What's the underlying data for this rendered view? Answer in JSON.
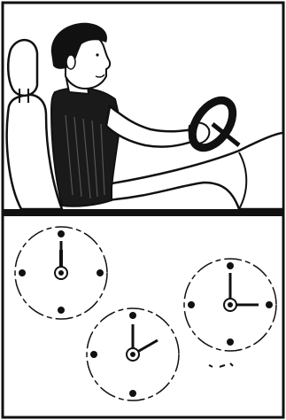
{
  "figure": {
    "panels": [
      {
        "id": "driver-scene",
        "content": "driver-at-steering-wheel"
      },
      {
        "id": "clocks",
        "content": "three-clock-faces"
      }
    ],
    "clocks": [
      {
        "name": "clock-left",
        "hour_hand_angle_deg": 0,
        "minute_hand_angle_deg": 0
      },
      {
        "name": "clock-middle",
        "hour_hand_angle_deg": 0,
        "minute_hand_angle_deg": 60
      },
      {
        "name": "clock-right",
        "hour_hand_angle_deg": 0,
        "minute_hand_angle_deg": 90
      }
    ],
    "colors": {
      "ink": "#111111",
      "paper": "#ffffff"
    }
  }
}
